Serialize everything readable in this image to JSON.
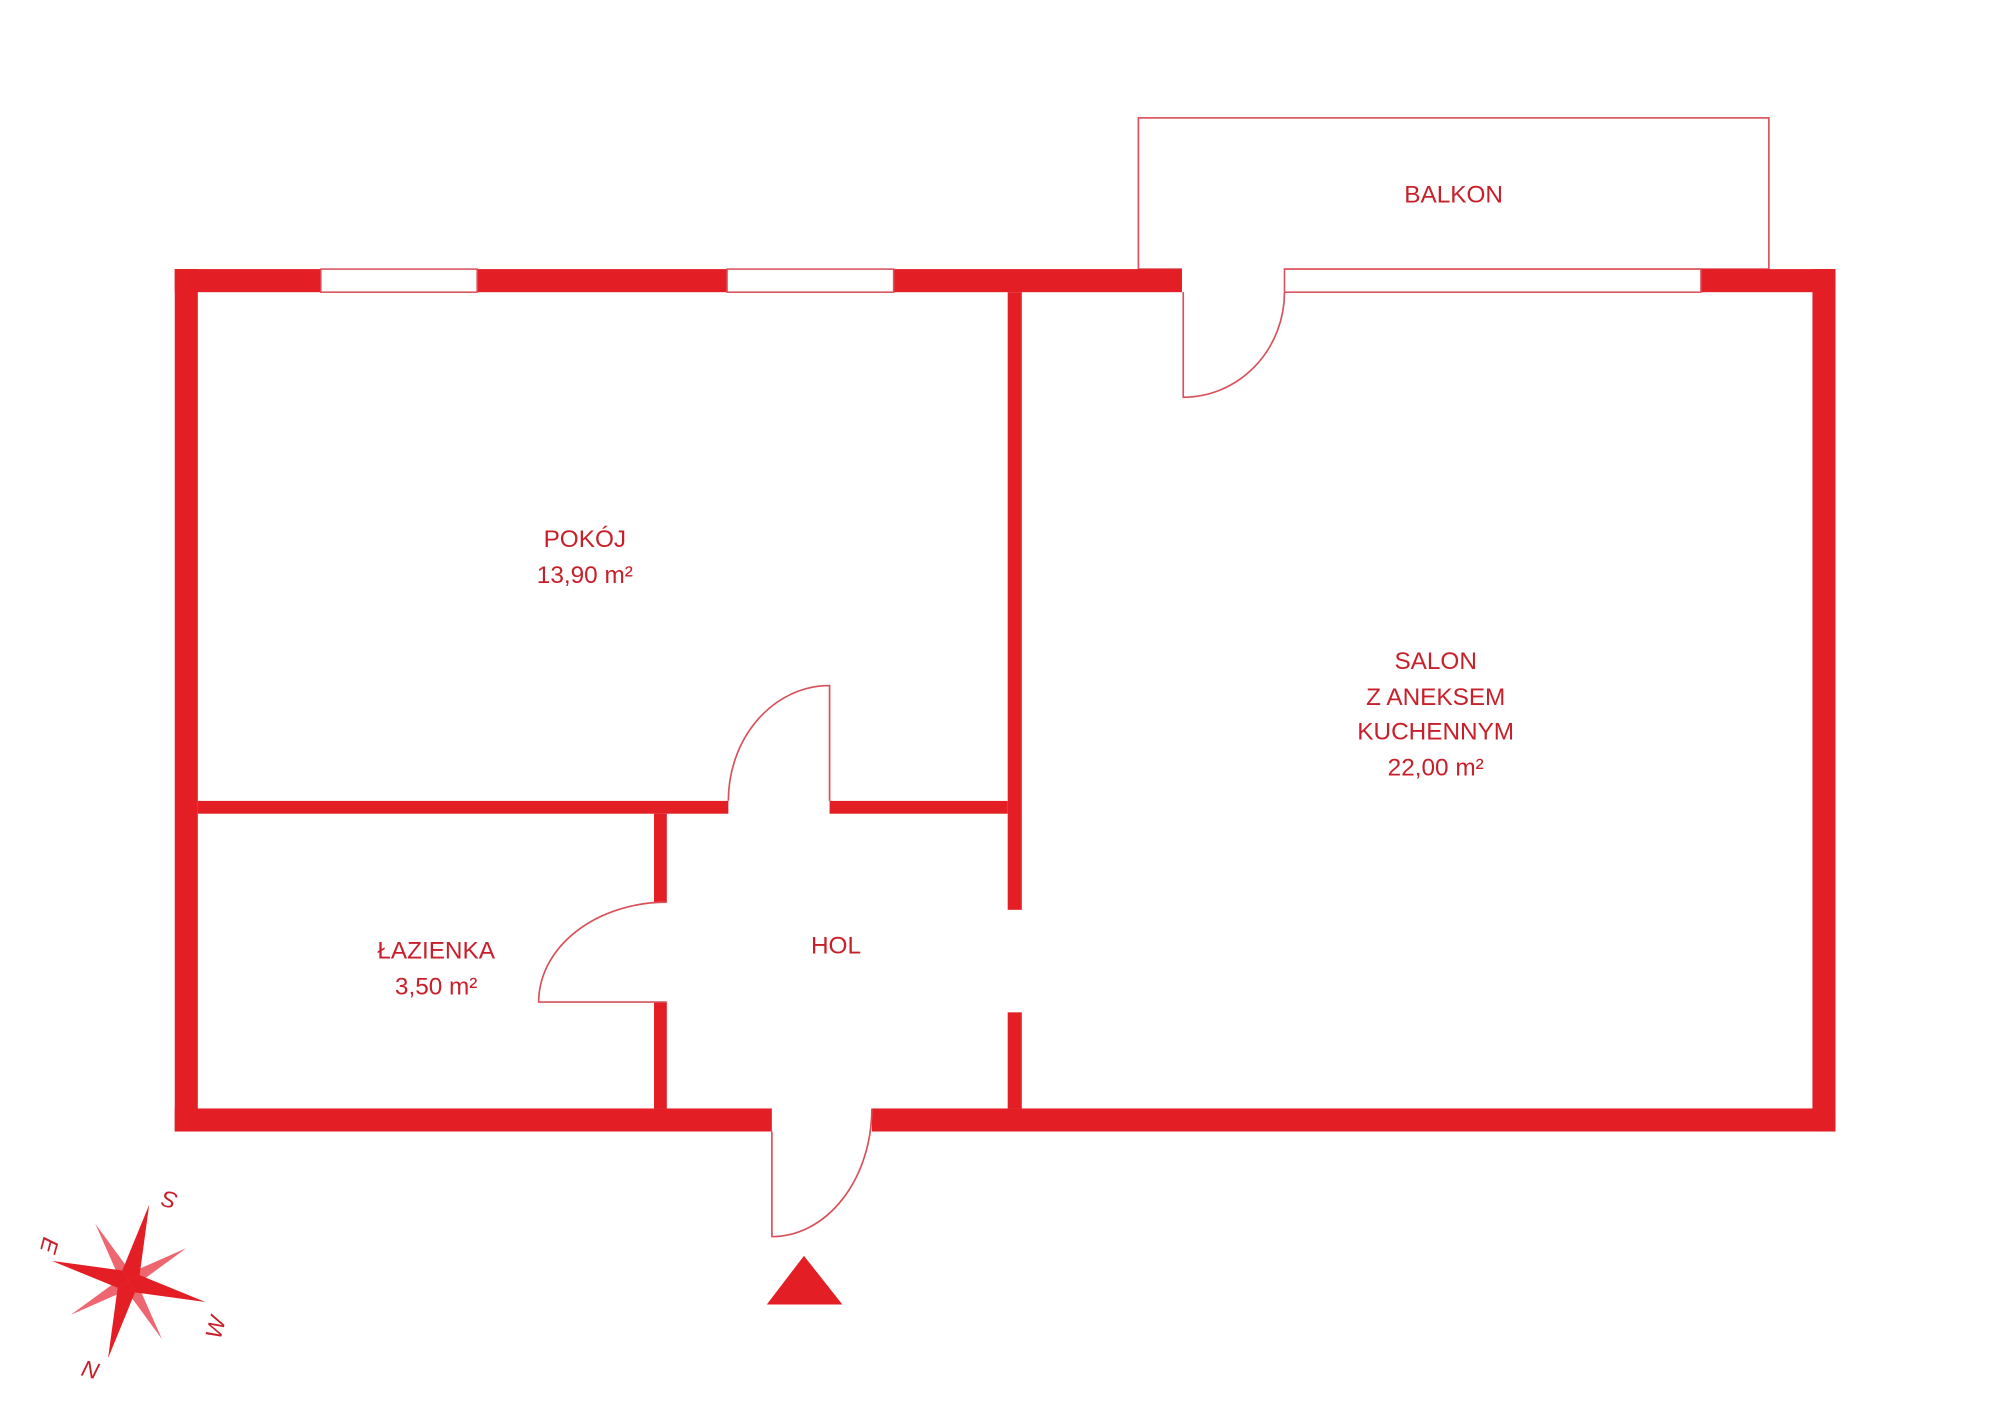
{
  "rooms": {
    "pokoj": {
      "name": "POKÓJ",
      "area": "13,90 m²"
    },
    "salon": {
      "name_lines": [
        "SALON",
        "Z ANEKSEM",
        "KUCHENNYM"
      ],
      "area": "22,00 m²"
    },
    "lazienka": {
      "name": "ŁAZIENKA",
      "area": "3,50 m²"
    },
    "hol": {
      "name": "HOL"
    },
    "balkon": {
      "name": "BALKON"
    }
  },
  "compass": {
    "n": "N",
    "s": "S",
    "e": "E",
    "w": "W"
  },
  "colors": {
    "wall": "#e31e24",
    "text": "#c8202a",
    "accent_light": "#ee6670"
  }
}
